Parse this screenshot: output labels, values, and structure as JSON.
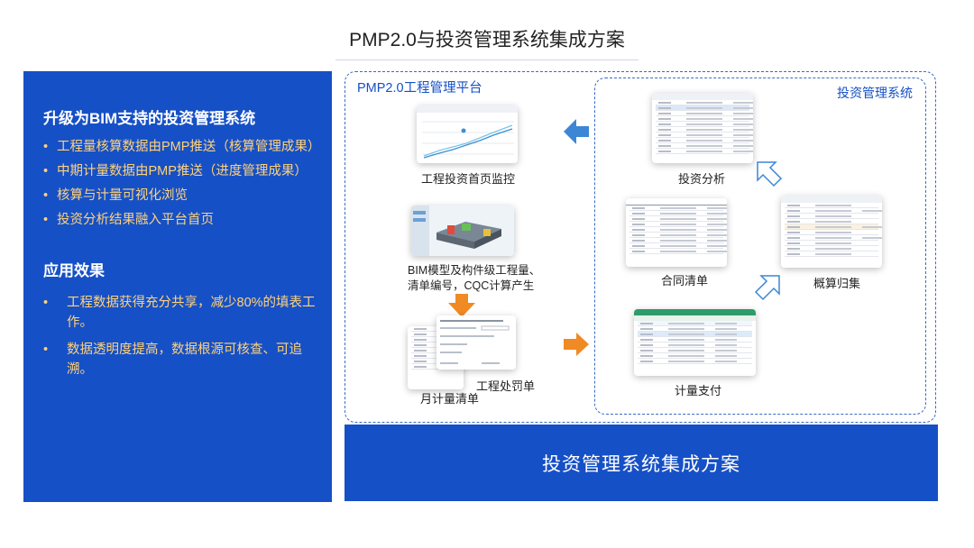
{
  "page": {
    "title": "PMP2.0与投资管理系统集成方案"
  },
  "left_panel": {
    "heading1": "升级为BIM支持的投资管理系统",
    "bullet_char": "•",
    "items1": [
      "工程量核算数据由PMP推送（核算管理成果）",
      "中期计量数据由PMP推送（进度管理成果）",
      "核算与计量可视化浏览",
      "投资分析结果融入平台首页"
    ],
    "heading2": "应用效果",
    "items2": [
      "工程数据获得充分共享，减少80%的填表工作。",
      "数据透明度提高，数据根源可核查、可追溯。"
    ]
  },
  "diagram": {
    "platform_label": "PMP2.0工程管理平台",
    "system_label": "投资管理系统",
    "captions": {
      "home_monitor": "工程投资首页监控",
      "bim_line1": "BIM模型及构件级工程量、",
      "bim_line2": "清单编号，CQC计算产生",
      "penalty": "工程处罚单",
      "monthly": "月计量清单",
      "analysis": "投资分析",
      "contract": "合同清单",
      "budget": "概算归集",
      "payment": "计量支付"
    },
    "colors": {
      "primary_blue": "#1650c6",
      "arrow_blue": "#3d86d6",
      "arrow_orange": "#f08a24",
      "bullet_yellow": "#ffd27a"
    }
  },
  "banner": {
    "text": "投资管理系统集成方案"
  }
}
